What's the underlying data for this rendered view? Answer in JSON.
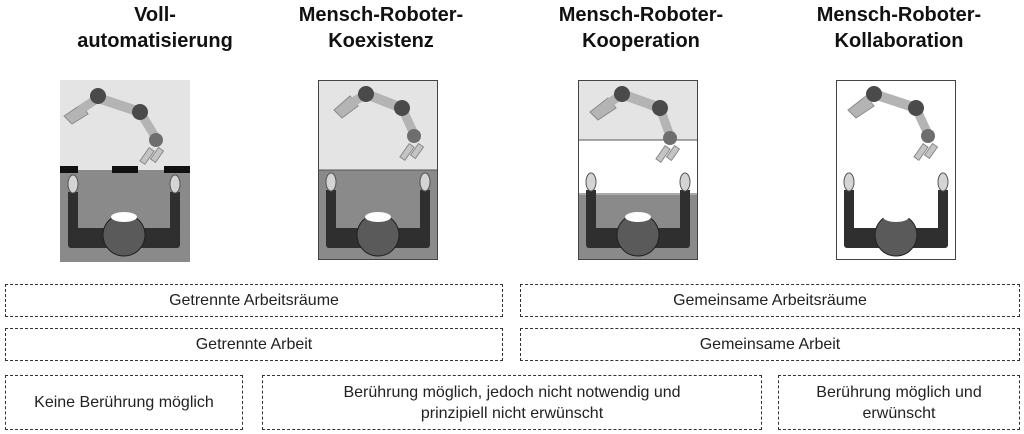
{
  "columns": [
    {
      "title_line1": "Voll-",
      "title_line2": "automatisierung"
    },
    {
      "title_line1": "Mensch-Roboter-",
      "title_line2": "Koexistenz"
    },
    {
      "title_line1": "Mensch-Roboter-",
      "title_line2": "Kooperation"
    },
    {
      "title_line1": "Mensch-Roboter-",
      "title_line2": "Kollaboration"
    }
  ],
  "rows": {
    "workspace": {
      "separate": "Getrennte Arbeitsräume",
      "shared": "Gemeinsame Arbeitsräume"
    },
    "work": {
      "separate": "Getrennte Arbeit",
      "shared": "Gemeinsame Arbeit"
    },
    "contact": {
      "none": "Keine Berührung möglich",
      "possible_line1": "Berührung möglich, jedoch nicht notwendig und",
      "possible_line2": "prinzipiell nicht erwünscht",
      "desired_line1": "Berührung möglich und",
      "desired_line2": "erwünscht"
    }
  },
  "colors": {
    "robot_zone": "#e4e4e4",
    "human_zone_dark": "#8a8a8a",
    "human_zone_mid": "#9a9a9a",
    "white": "#ffffff",
    "robot_dark": "#4a4a4a",
    "robot_light": "#b4b4b4",
    "human_body": "#2f2f2f",
    "human_head": "#5a5a5a"
  }
}
